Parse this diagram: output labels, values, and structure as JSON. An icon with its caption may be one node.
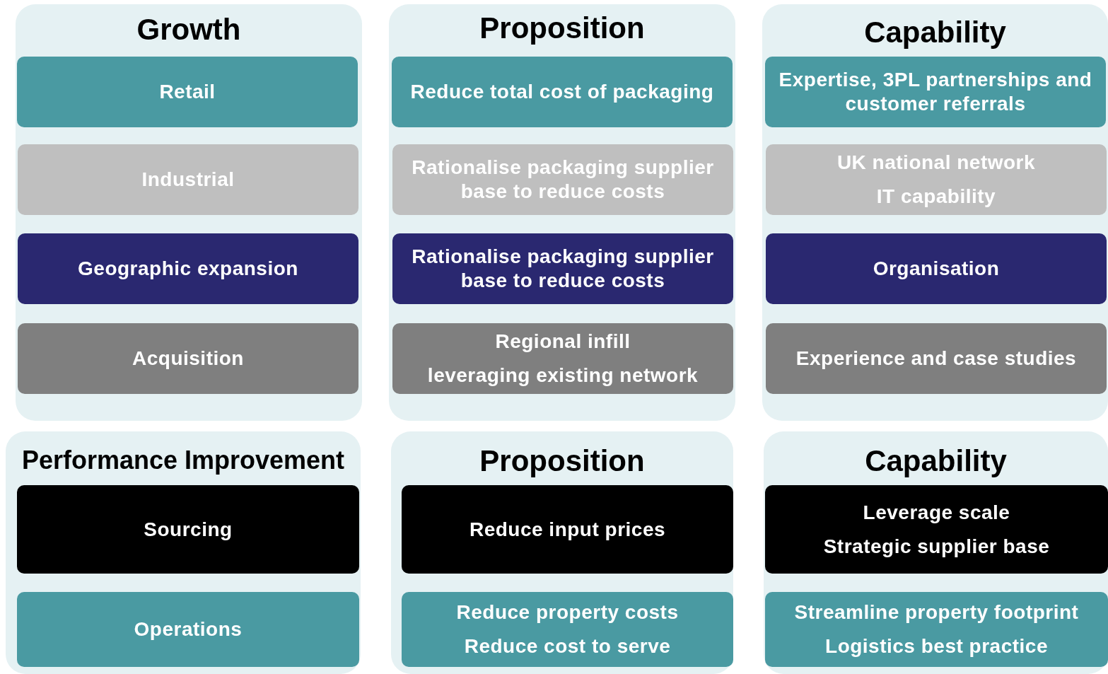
{
  "diagram": {
    "nodes": [
      {
        "text": [
          "Growth"
        ]
      },
      {
        "text": [
          "Retail"
        ],
        "in": 0
      },
      {
        "text": [
          "Industrial"
        ],
        "in": 0
      },
      {
        "text": [
          "Geographic expansion"
        ],
        "in": 0
      },
      {
        "text": [
          "Acquisition"
        ],
        "in": 0
      },
      {
        "text": [
          "Proposition"
        ]
      },
      {
        "text": [
          "Reduce total cost of packaging"
        ],
        "in": 5
      },
      {
        "text": [
          "Rationalise packaging supplier base to reduce costs"
        ],
        "in": 5
      },
      {
        "text": [
          "Rationalise packaging supplier base to reduce costs"
        ],
        "in": 5
      },
      {
        "text": [
          "Regional infill",
          "leveraging existing network"
        ],
        "in": 5
      },
      {
        "text": [
          "Capability"
        ]
      },
      {
        "text": [
          "Expertise,  3PL partnerships and customer referrals"
        ],
        "in": 10
      },
      {
        "text": [
          "UK national network",
          "IT capability"
        ],
        "in": 10
      },
      {
        "text": [
          "Organisation"
        ],
        "in": 10
      },
      {
        "text": [
          "Experience  and case studies"
        ],
        "in": 10
      },
      {
        "text": [
          "Performance Improvement"
        ]
      },
      {
        "text": [
          "Sourcing"
        ],
        "in": 15
      },
      {
        "text": [
          "Operations"
        ],
        "in": 15
      },
      {
        "text": [
          "Proposition"
        ]
      },
      {
        "text": [
          "Reduce input prices"
        ],
        "in": 18
      },
      {
        "text": [
          "Reduce property costs",
          "Reduce cost to serve"
        ],
        "in": 18
      },
      {
        "text": [
          "Capability"
        ]
      },
      {
        "text": [
          "Leverage scale",
          "Strategic supplier base"
        ],
        "in": 21
      },
      {
        "text": [
          "Streamline property footprint",
          "Logistics best practice"
        ],
        "in": 21
      }
    ]
  }
}
